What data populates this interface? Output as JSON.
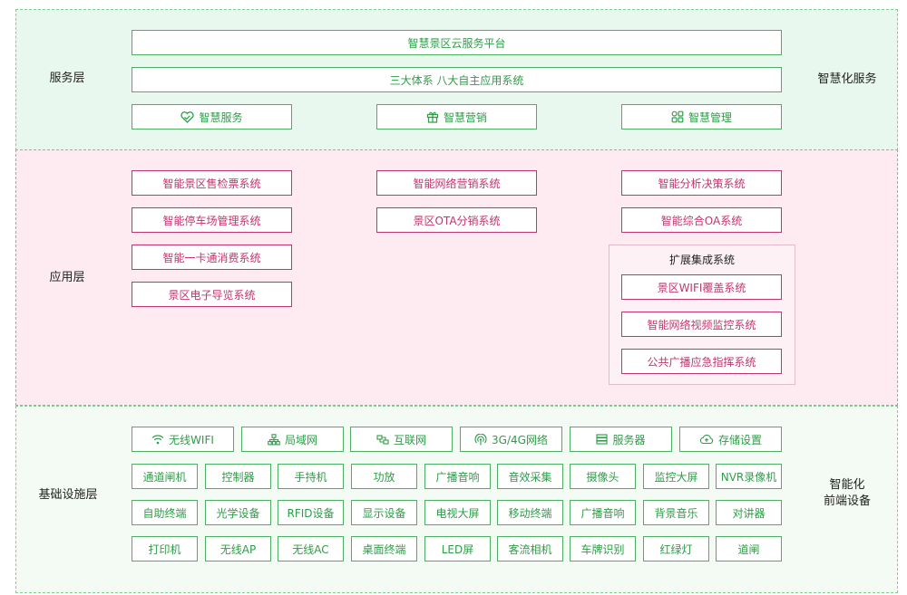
{
  "service_layer": {
    "left_label": "服务层",
    "right_label": "智慧化服务",
    "platform": "智慧景区云服务平台",
    "system": "三大体系  八大自主应用系统",
    "pillars": [
      {
        "icon": "heart-icon",
        "label": "智慧服务"
      },
      {
        "icon": "gift-icon",
        "label": "智慧营销"
      },
      {
        "icon": "grid-icon",
        "label": "智慧管理"
      }
    ]
  },
  "app_layer": {
    "left_label": "应用层",
    "col1": [
      "智能景区售检票系统",
      "智能停车场管理系统",
      "智能一卡通消费系统",
      "景区电子导览系统"
    ],
    "col2": [
      "智能网络营销系统",
      "景区OTA分销系统"
    ],
    "col3": [
      "智能分析决策系统",
      "智能综合OA系统"
    ],
    "extension": {
      "title": "扩展集成系统",
      "items": [
        "景区WIFI覆盖系统",
        "智能网络视频监控系统",
        "公共广播应急指挥系统"
      ]
    }
  },
  "infra_layer": {
    "left_label": "基础设施层",
    "right_label_line1": "智能化",
    "right_label_line2": "前端设备",
    "network": [
      {
        "icon": "wifi-icon",
        "label": "无线WIFI"
      },
      {
        "icon": "lan-icon",
        "label": "局域网"
      },
      {
        "icon": "internet-icon",
        "label": "互联网"
      },
      {
        "icon": "signal-icon",
        "label": "3G/4G网络"
      },
      {
        "icon": "server-icon",
        "label": "服务器"
      },
      {
        "icon": "cloud-storage-icon",
        "label": "存储设置"
      }
    ],
    "rows": [
      [
        "通道闸机",
        "控制器",
        "手持机",
        "功放",
        "广播音响",
        "音效采集",
        "摄像头",
        "监控大屏",
        "NVR录像机"
      ],
      [
        "自助终端",
        "光学设备",
        "RFID设备",
        "显示设备",
        "电视大屏",
        "移动终端",
        "广播音响",
        "背景音乐",
        "对讲器"
      ],
      [
        "打印机",
        "无线AP",
        "无线AC",
        "桌面终端",
        "LED屏",
        "客流相机",
        "车牌识别",
        "红绿灯",
        "道闸"
      ]
    ]
  },
  "colors": {
    "green": "#2e9d48",
    "magenta": "#c2356f",
    "service_bg": "#e9f8ee",
    "app_bg": "#fdebf1",
    "infra_bg": "#f4fbf4"
  }
}
